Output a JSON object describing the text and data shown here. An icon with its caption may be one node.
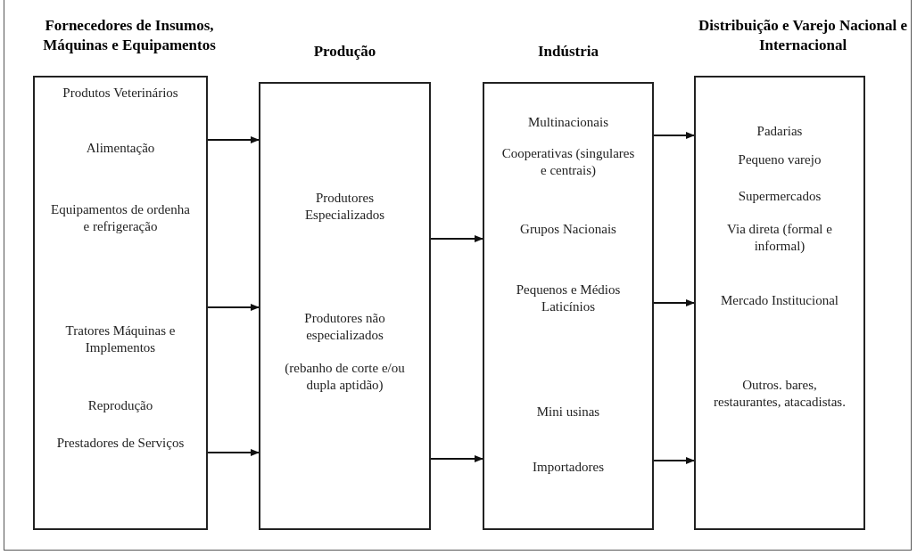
{
  "diagram": {
    "nodes": [
      {
        "text": [
          "Fornecedores de Insumos, Máquinas e Equipamentos",
          "Produtos Veterinários",
          "Alimentação",
          "Equipamentos de ordenha e refrigeração",
          "Tratores Máquinas e Implementos",
          "Reprodução",
          "Prestadores de Serviços"
        ]
      },
      {
        "text": [
          "Produção",
          "Produtores Especializados",
          "Produtores não especializados",
          "(rebanho de corte e/ou dupla aptidão)"
        ]
      },
      {
        "text": [
          "Indústria",
          "Multinacionais",
          "Cooperativas (singulares e centrais)",
          "Grupos Nacionais",
          "Pequenos e Médios Laticínios",
          "Mini usinas",
          "Importadores"
        ]
      },
      {
        "text": [
          "Distribuição e Varejo Nacional e Internacional",
          "Padarias",
          "Pequeno varejo",
          "Supermercados",
          "Via direta (formal e informal)",
          "Mercado Institucional",
          "Outros. bares, restaurantes, atacadistas."
        ]
      }
    ],
    "edges": [
      {
        "from": 0,
        "to": 1,
        "arrow": "to"
      },
      {
        "from": 0,
        "to": 1,
        "arrow": "to"
      },
      {
        "from": 0,
        "to": 1,
        "arrow": "to"
      },
      {
        "from": 1,
        "to": 2,
        "arrow": "to"
      },
      {
        "from": 1,
        "to": 2,
        "arrow": "to"
      },
      {
        "from": 2,
        "to": 3,
        "arrow": "to"
      },
      {
        "from": 2,
        "to": 3,
        "arrow": "to"
      },
      {
        "from": 2,
        "to": 3,
        "arrow": "to"
      }
    ]
  }
}
